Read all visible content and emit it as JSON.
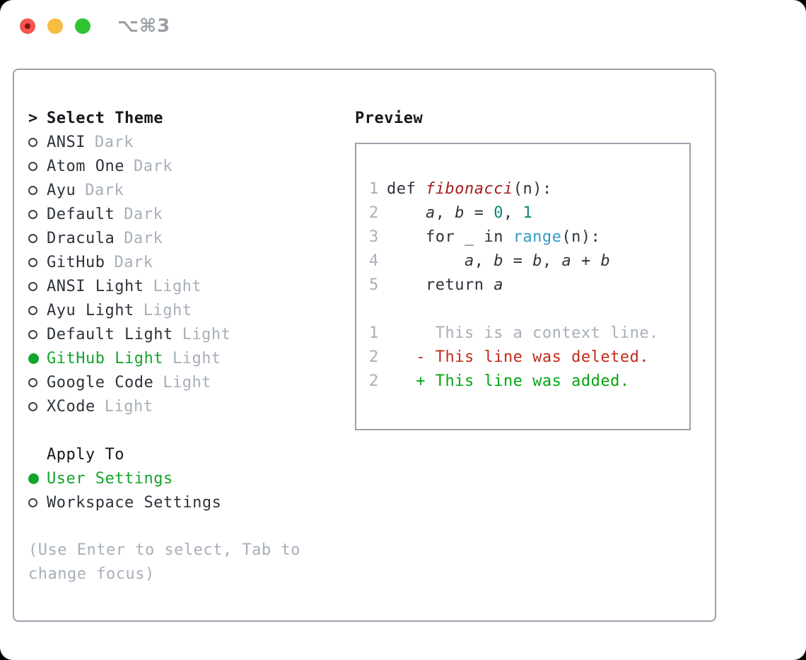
{
  "window": {
    "title": "⌥⌘3",
    "traffic_lights": [
      "close",
      "minimize",
      "zoom"
    ]
  },
  "theme_picker": {
    "prompt_icon": ">",
    "title": "Select Theme",
    "themes": [
      {
        "name": "ANSI",
        "tag": "Dark",
        "selected": false
      },
      {
        "name": "Atom One",
        "tag": "Dark",
        "selected": false
      },
      {
        "name": "Ayu",
        "tag": "Dark",
        "selected": false
      },
      {
        "name": "Default",
        "tag": "Dark",
        "selected": false
      },
      {
        "name": "Dracula",
        "tag": "Dark",
        "selected": false
      },
      {
        "name": "GitHub",
        "tag": "Dark",
        "selected": false
      },
      {
        "name": "ANSI Light",
        "tag": "Light",
        "selected": false
      },
      {
        "name": "Ayu Light",
        "tag": "Light",
        "selected": false
      },
      {
        "name": "Default Light",
        "tag": "Light",
        "selected": false
      },
      {
        "name": "GitHub Light",
        "tag": "Light",
        "selected": true
      },
      {
        "name": "Google Code",
        "tag": "Light",
        "selected": false
      },
      {
        "name": "XCode",
        "tag": "Light",
        "selected": false
      }
    ],
    "apply_to": {
      "title": "Apply To",
      "options": [
        {
          "label": "User Settings",
          "selected": true
        },
        {
          "label": "Workspace Settings",
          "selected": false
        }
      ]
    },
    "help_text": "(Use Enter to select, Tab to change focus)"
  },
  "preview": {
    "title": "Preview",
    "code_lines": [
      {
        "number": "1",
        "tokens": [
          {
            "t": "def ",
            "c": "text"
          },
          {
            "t": "fibonacci",
            "c": "func"
          },
          {
            "t": "(n):",
            "c": "text"
          }
        ]
      },
      {
        "number": "2",
        "tokens": [
          {
            "t": "    ",
            "c": "text"
          },
          {
            "t": "a",
            "c": "var"
          },
          {
            "t": ", ",
            "c": "text"
          },
          {
            "t": "b",
            "c": "var"
          },
          {
            "t": " = ",
            "c": "text"
          },
          {
            "t": "0",
            "c": "num"
          },
          {
            "t": ", ",
            "c": "text"
          },
          {
            "t": "1",
            "c": "num"
          }
        ]
      },
      {
        "number": "3",
        "tokens": [
          {
            "t": "    for _ in ",
            "c": "text"
          },
          {
            "t": "range",
            "c": "builtin"
          },
          {
            "t": "(n):",
            "c": "text"
          }
        ]
      },
      {
        "number": "4",
        "tokens": [
          {
            "t": "        ",
            "c": "text"
          },
          {
            "t": "a",
            "c": "var"
          },
          {
            "t": ", ",
            "c": "text"
          },
          {
            "t": "b",
            "c": "var"
          },
          {
            "t": " = ",
            "c": "text"
          },
          {
            "t": "b",
            "c": "var"
          },
          {
            "t": ", ",
            "c": "text"
          },
          {
            "t": "a",
            "c": "var"
          },
          {
            "t": " + ",
            "c": "text"
          },
          {
            "t": "b",
            "c": "var"
          }
        ]
      },
      {
        "number": "5",
        "tokens": [
          {
            "t": "    return ",
            "c": "text"
          },
          {
            "t": "a",
            "c": "var"
          }
        ]
      }
    ],
    "diff_lines": [
      {
        "number": "1",
        "type": "context",
        "text": "     This is a context line."
      },
      {
        "number": "2",
        "type": "deleted",
        "text": "   - This line was deleted."
      },
      {
        "number": "2",
        "type": "added",
        "text": "   + This line was added."
      }
    ]
  },
  "colors": {
    "heading": "#14181c",
    "text_dark": "#2d333b",
    "muted": "#a7afb9",
    "green": "#12a52b",
    "green_added": "#04a513",
    "red_deleted": "#c22b1a",
    "red_function": "#a31d1d",
    "blue_builtin": "#2f9cc9",
    "teal_number": "#10847a",
    "border": "#99a1ab",
    "titlebar_text": "#9aa0a6",
    "light_red": "#f4564e",
    "light_red_dot": "#7c150d",
    "light_yellow": "#f7bd40",
    "light_green": "#30c434"
  }
}
